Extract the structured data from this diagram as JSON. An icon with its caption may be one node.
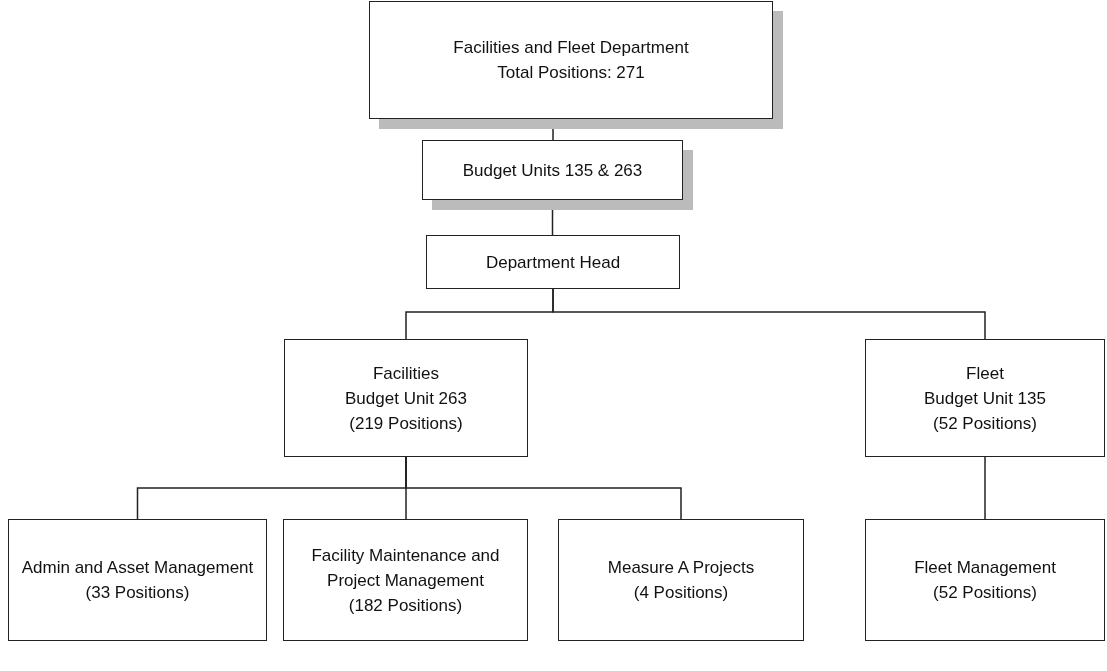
{
  "diagram": {
    "nodes": [
      {
        "text": [
          "Facilities and Fleet Department",
          "Total Positions: 271"
        ]
      },
      {
        "text": [
          "Budget Units 135 & 263"
        ]
      },
      {
        "text": [
          "Department Head"
        ]
      },
      {
        "text": [
          "Facilities",
          "Budget Unit 263",
          "(219 Positions)"
        ]
      },
      {
        "text": [
          "Fleet",
          "Budget Unit 135",
          "(52 Positions)"
        ]
      },
      {
        "text": [
          "Admin and Asset Management",
          "(33 Positions)"
        ]
      },
      {
        "text": [
          "Facility Maintenance and Project Management",
          "(182 Positions)"
        ]
      },
      {
        "text": [
          "Measure A Projects",
          "(4 Positions)"
        ]
      },
      {
        "text": [
          "Fleet Management",
          "(52 Positions)"
        ]
      }
    ],
    "edges": [
      {
        "from": 0,
        "to": 1,
        "arrow": "none"
      },
      {
        "from": 1,
        "to": 2,
        "arrow": "none"
      },
      {
        "from": 2,
        "to": 3,
        "arrow": "none"
      },
      {
        "from": 2,
        "to": 4,
        "arrow": "none"
      },
      {
        "from": 3,
        "to": 5,
        "arrow": "none"
      },
      {
        "from": 3,
        "to": 6,
        "arrow": "none"
      },
      {
        "from": 3,
        "to": 7,
        "arrow": "none"
      },
      {
        "from": 4,
        "to": 8,
        "arrow": "none"
      }
    ]
  }
}
